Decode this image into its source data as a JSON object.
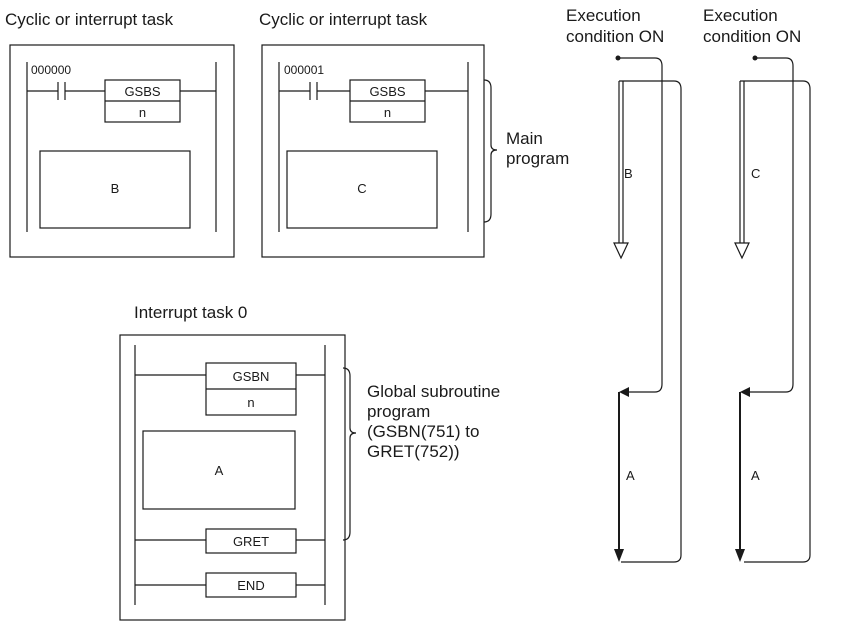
{
  "task1": {
    "title": "Cyclic or interrupt task",
    "contact": "000000",
    "instr": "GSBS",
    "operand": "n",
    "block": "B"
  },
  "task2": {
    "title": "Cyclic or interrupt task",
    "contact": "000001",
    "instr": "GSBS",
    "operand": "n",
    "block": "C"
  },
  "task3": {
    "title": "Interrupt task 0",
    "instr": "GSBN",
    "operand": "n",
    "block": "A",
    "ret": "GRET",
    "end": "END"
  },
  "main_program": [
    "Main",
    "program"
  ],
  "global_subroutine": [
    "Global subroutine",
    "program",
    "(GSBN(751) to",
    "GRET(752))"
  ],
  "flow1": {
    "cond": [
      "Execution",
      "condition ON"
    ],
    "top_label": "B",
    "bottom_label": "A"
  },
  "flow2": {
    "cond": [
      "Execution",
      "condition ON"
    ],
    "top_label": "C",
    "bottom_label": "A"
  }
}
